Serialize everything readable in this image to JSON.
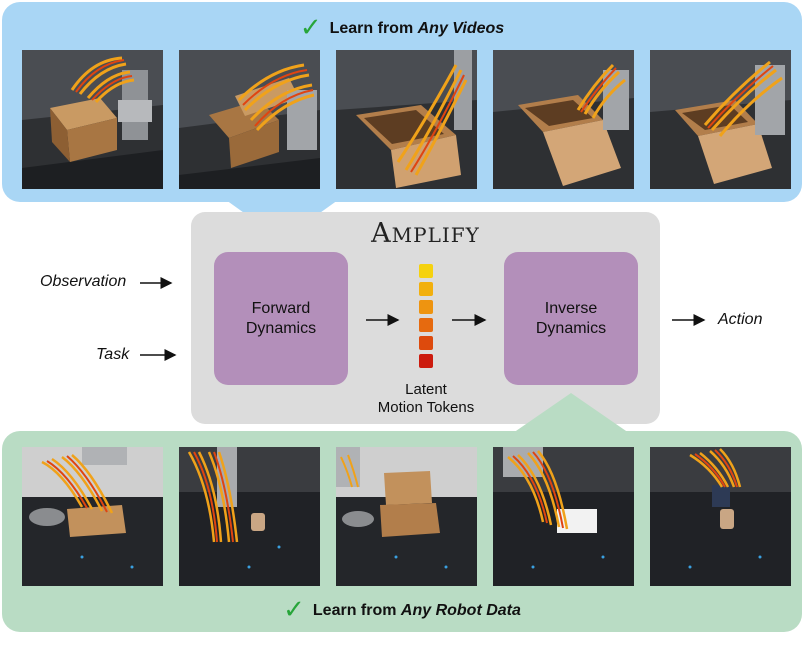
{
  "top_panel": {
    "check_mark": "✓",
    "headline_prefix": "Learn from ",
    "headline_emphasis": "Any Videos",
    "accent_color": "#a9d6f5",
    "frames": [
      {
        "scene": "robot-arm-pushing-box"
      },
      {
        "scene": "robot-arm-lifting-box-lid"
      },
      {
        "scene": "robot-arm-opening-box"
      },
      {
        "scene": "open-box-on-table"
      },
      {
        "scene": "robot-arm-over-open-box"
      }
    ]
  },
  "model": {
    "title_first": "A",
    "title_rest": "MPLIFY",
    "forward_box": {
      "line1": "Forward",
      "line2": "Dynamics"
    },
    "inverse_box": {
      "line1": "Inverse",
      "line2": "Dynamics"
    },
    "tokens_label": {
      "line1": "Latent",
      "line2": "Motion Tokens"
    },
    "token_colors": [
      "#f5d20f",
      "#f2b00e",
      "#ee9410",
      "#e66a0f",
      "#dd4a0d",
      "#cc1b0e"
    ],
    "inputs": [
      "Observation",
      "Task"
    ],
    "output": "Action"
  },
  "bottom_panel": {
    "check_mark": "✓",
    "headline_prefix": "Learn from ",
    "headline_emphasis": "Any Robot Data",
    "accent_color": "#b9dcc4",
    "frames": [
      {
        "scene": "robot-arm-with-bowl-and-box"
      },
      {
        "scene": "robot-arm-near-cup"
      },
      {
        "scene": "bowl-and-open-box"
      },
      {
        "scene": "robot-arm-near-white-block"
      },
      {
        "scene": "robot-gripper-holding-cup"
      }
    ]
  }
}
